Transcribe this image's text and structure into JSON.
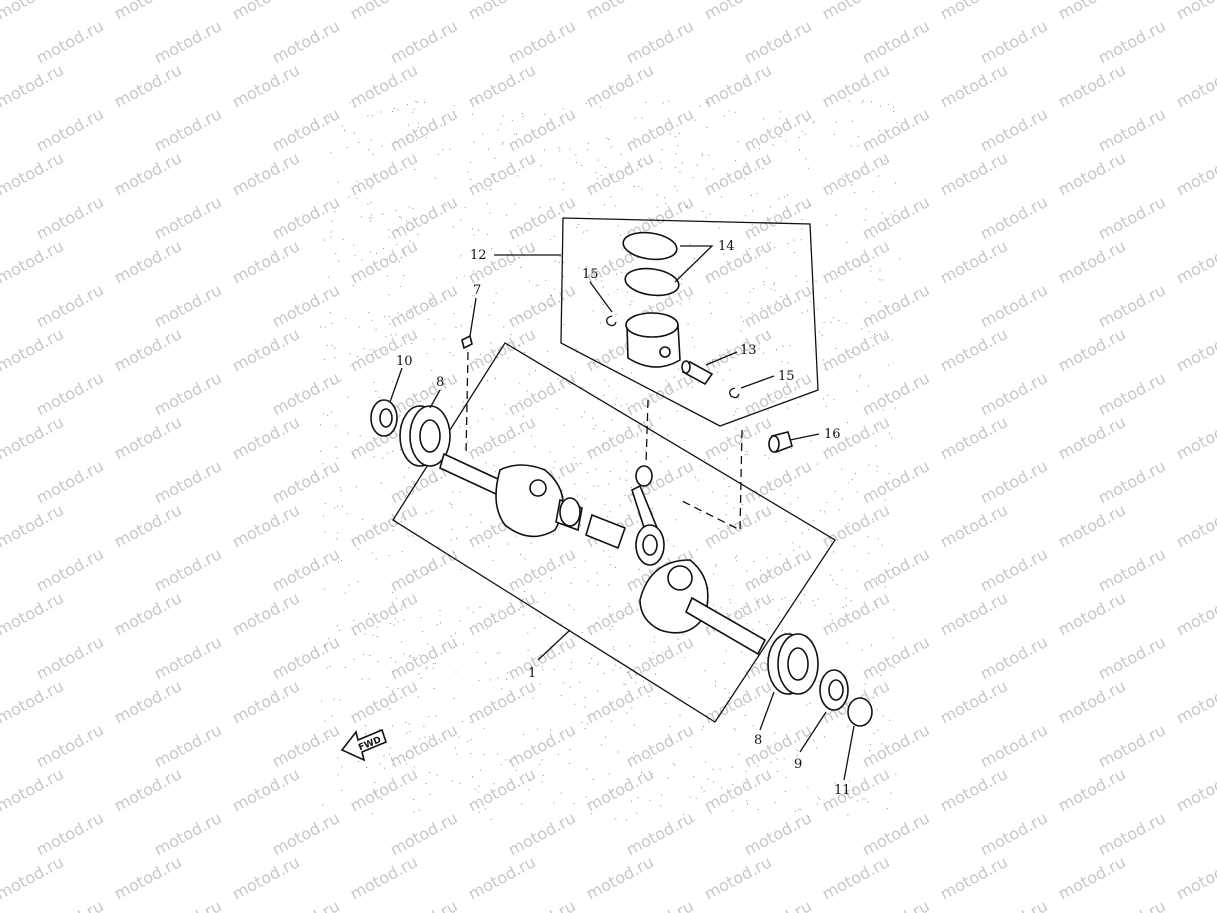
{
  "watermark": "motod.ru",
  "fwd_label": "FWD",
  "callouts": [
    {
      "id": "c1",
      "text": "1"
    },
    {
      "id": "c7",
      "text": "7"
    },
    {
      "id": "c8a",
      "text": "8"
    },
    {
      "id": "c8b",
      "text": "8"
    },
    {
      "id": "c9",
      "text": "9"
    },
    {
      "id": "c10",
      "text": "10"
    },
    {
      "id": "c11",
      "text": "11"
    },
    {
      "id": "c12",
      "text": "12"
    },
    {
      "id": "c13",
      "text": "13"
    },
    {
      "id": "c14",
      "text": "14"
    },
    {
      "id": "c15a",
      "text": "15"
    },
    {
      "id": "c15b",
      "text": "15"
    },
    {
      "id": "c16",
      "text": "16"
    }
  ]
}
